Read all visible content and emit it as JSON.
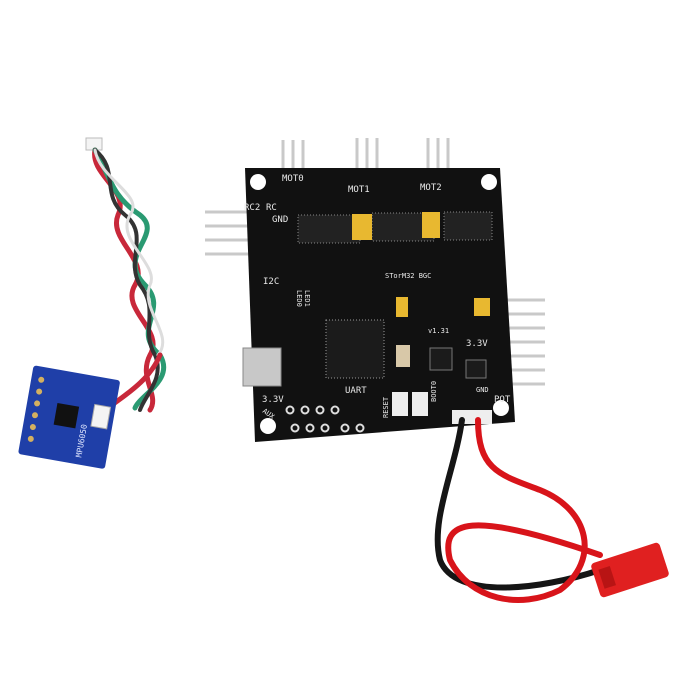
{
  "board": {
    "name": "STorM32 BGC",
    "version": "v1.31",
    "labels": {
      "mot0": "MOT0",
      "mot1": "MOT1",
      "mot2": "MOT2",
      "rc2": "RC2",
      "rc": "RC",
      "gnd": "GND",
      "i2c": "I2C",
      "led0": "LED0",
      "led1": "LED1",
      "v33": "3.3V",
      "v33b": "3.3V",
      "aux": "AUX",
      "uart": "UART",
      "reset": "RESET",
      "boot0": "BOOT0",
      "pot": "POT",
      "gnd2": "GND"
    }
  },
  "sensor": {
    "label": "MPU6050"
  },
  "colors": {
    "background": "#ffffff",
    "pcb": "#111111",
    "sensor_pcb": "#1f3fa8",
    "capacitor": "#e8b830",
    "wire_red": "#d8141a",
    "wire_black": "#151515",
    "wire_green": "#2a9a72",
    "connector": "#e02020"
  }
}
